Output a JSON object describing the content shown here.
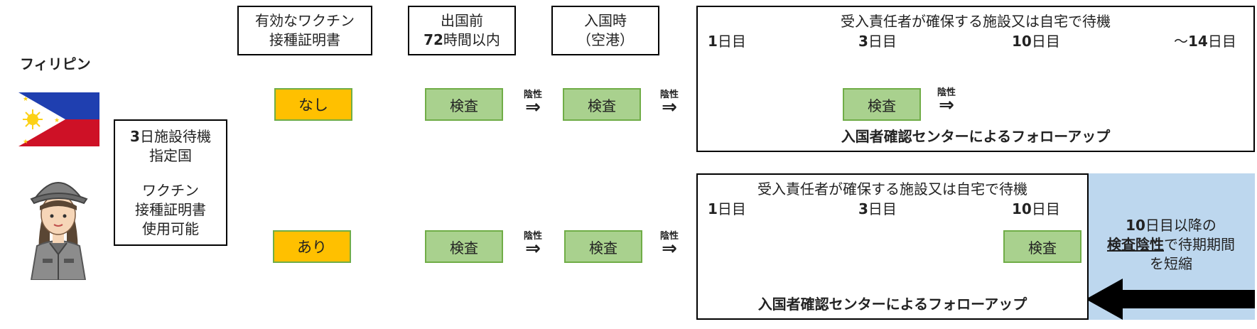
{
  "country": {
    "name": "フィリピン",
    "info_line1_num": "3",
    "info_line1_text": "日施設待機",
    "info_line2": "指定国",
    "info_line3": "ワクチン",
    "info_line4": "接種証明書",
    "info_line5": "使用可能"
  },
  "headers": {
    "vaccine_line1": "有効なワクチン",
    "vaccine_line2": "接種証明書",
    "pre_line1": "出国前",
    "pre_num": "72",
    "pre_line2": "時間以内",
    "arrival_line1": "入国時",
    "arrival_line2": "（空港）"
  },
  "rows": [
    {
      "vaccine": "なし",
      "pre_test": "検査",
      "arrow1": "陰性",
      "arrival_test": "検査",
      "arrow2": "陰性",
      "panel_title": "受入責任者が確保する施設又は自宅で待機",
      "day1_num": "1",
      "day1_text": "日目",
      "day3_num": "3",
      "day3_text": "日目",
      "day10_num": "10",
      "day10_text": "日目",
      "day14_pre": "～",
      "day14_num": "14",
      "day14_text": "日目",
      "panel_test": "検査",
      "panel_arrow": "陰性",
      "followup": "入国者確認センターによるフォローアップ"
    },
    {
      "vaccine": "あり",
      "pre_test": "検査",
      "arrow1": "陰性",
      "arrival_test": "検査",
      "arrow2": "陰性",
      "panel_title": "受入責任者が確保する施設又は自宅で待機",
      "day1_num": "1",
      "day1_text": "日目",
      "day3_num": "3",
      "day3_text": "日目",
      "day10_num": "10",
      "day10_text": "日目",
      "panel_test": "検査",
      "followup": "入国者確認センターによるフォローアップ"
    }
  ],
  "note": {
    "num": "10",
    "line1_text": "日目以降の",
    "line2_bold": "検査陰性",
    "line2_text": "で待期期間",
    "line3": "を短縮"
  },
  "colors": {
    "test_fill": "#a9d18e",
    "test_border": "#70ad47",
    "vaccine_fill": "#ffc000",
    "note_bg": "#bdd7ee",
    "flag_blue": "#1f3fb0",
    "flag_red": "#ce1126",
    "flag_sun": "#fcd116"
  },
  "icons": [
    "philippines-flag-icon",
    "worker-avatar-icon",
    "double-arrow-icon",
    "big-left-arrow-icon"
  ]
}
